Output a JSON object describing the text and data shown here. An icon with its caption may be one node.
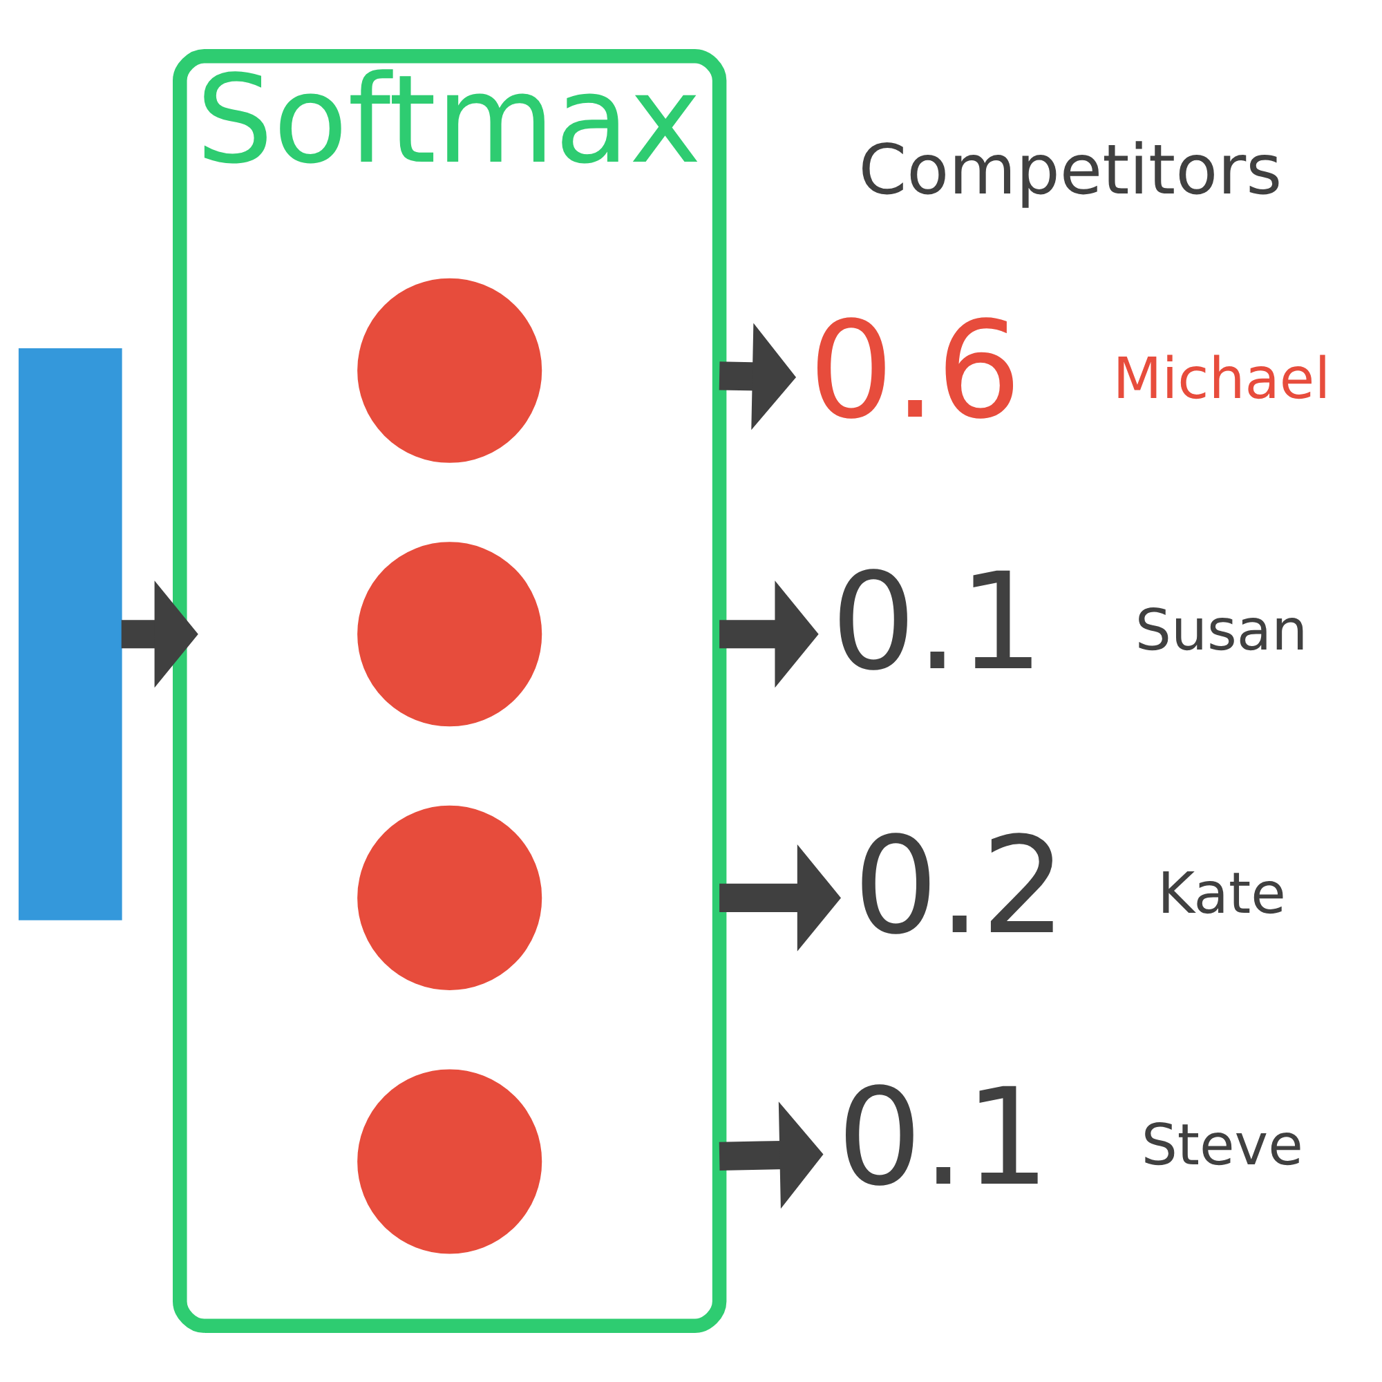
{
  "diagram": {
    "nodes": [
      {
        "text": [],
        "shape": "bar"
      },
      {
        "text": [
          "Softmax"
        ]
      },
      {
        "text": [],
        "shape": "circle",
        "in": 1
      },
      {
        "text": [],
        "shape": "circle",
        "in": 1
      },
      {
        "text": [],
        "shape": "circle",
        "in": 1
      },
      {
        "text": [],
        "shape": "circle",
        "in": 1
      },
      {
        "text": [
          "0.6"
        ],
        "beside": [
          "Michael"
        ]
      },
      {
        "text": [
          "0.1"
        ],
        "beside": [
          "Susan"
        ]
      },
      {
        "text": [
          "0.2"
        ],
        "beside": [
          "Kate"
        ]
      },
      {
        "text": [
          "0.1"
        ],
        "beside": [
          "Steve"
        ]
      }
    ],
    "edges": [
      {
        "from": 0,
        "to": 3,
        "arrow": "to"
      },
      {
        "from": 2,
        "to": 6,
        "arrow": "to"
      },
      {
        "from": 3,
        "to": 7,
        "arrow": "to"
      },
      {
        "from": 4,
        "to": 8,
        "arrow": "to"
      },
      {
        "from": 5,
        "to": 9,
        "arrow": "to"
      }
    ],
    "labels": [
      "Competitors"
    ]
  }
}
